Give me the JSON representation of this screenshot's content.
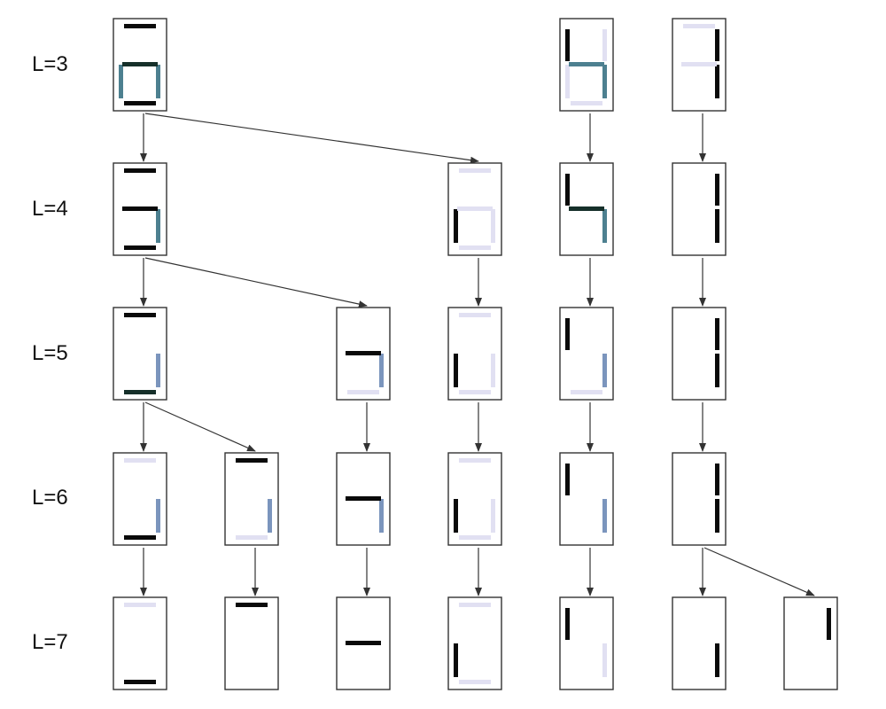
{
  "levels": [
    "L=3",
    "L=4",
    "L=5",
    "L=6",
    "L=7"
  ],
  "colors": {
    "strong": "#0a0a0a",
    "dark_teal": "#16302a",
    "teal": "#4d8090",
    "blue": "#7b95bd",
    "faint": "#e1e0f2",
    "box_border": "#333333",
    "arrow": "#333333"
  },
  "panels": [
    {
      "id": "L3-c0",
      "level": 0,
      "col": 0,
      "segs": {
        "a": "strong",
        "b": "",
        "c": "teal",
        "d": "strong",
        "e": "teal",
        "f": "",
        "g": "dark_teal"
      }
    },
    {
      "id": "L3-c4",
      "level": 0,
      "col": 4,
      "segs": {
        "a": "",
        "b": "faint",
        "c": "teal",
        "d": "faint",
        "e": "faint",
        "f": "strong",
        "g": "teal"
      }
    },
    {
      "id": "L3-c5",
      "level": 0,
      "col": 5,
      "segs": {
        "a": "faint",
        "b": "strong",
        "c": "strong",
        "d": "",
        "e": "",
        "f": "",
        "g": "faint"
      }
    },
    {
      "id": "L4-c0",
      "level": 1,
      "col": 0,
      "segs": {
        "a": "strong",
        "b": "",
        "c": "teal",
        "d": "strong",
        "e": "",
        "f": "",
        "g": "strong"
      }
    },
    {
      "id": "L4-c3",
      "level": 1,
      "col": 3,
      "segs": {
        "a": "faint",
        "b": "",
        "c": "faint",
        "d": "faint",
        "e": "strong",
        "f": "",
        "g": "faint"
      }
    },
    {
      "id": "L4-c4",
      "level": 1,
      "col": 4,
      "segs": {
        "a": "",
        "b": "",
        "c": "teal",
        "d": "",
        "e": "",
        "f": "strong",
        "g": "dark_teal"
      }
    },
    {
      "id": "L4-c5",
      "level": 1,
      "col": 5,
      "segs": {
        "a": "",
        "b": "strong",
        "c": "strong",
        "d": "",
        "e": "",
        "f": "",
        "g": ""
      }
    },
    {
      "id": "L5-c0",
      "level": 2,
      "col": 0,
      "segs": {
        "a": "strong",
        "b": "",
        "c": "blue",
        "d": "dark_teal",
        "e": "",
        "f": "",
        "g": ""
      }
    },
    {
      "id": "L5-c2",
      "level": 2,
      "col": 2,
      "segs": {
        "a": "",
        "b": "",
        "c": "blue",
        "d": "faint",
        "e": "",
        "f": "",
        "g": "strong"
      }
    },
    {
      "id": "L5-c3",
      "level": 2,
      "col": 3,
      "segs": {
        "a": "faint",
        "b": "",
        "c": "faint",
        "d": "faint",
        "e": "strong",
        "f": "",
        "g": ""
      }
    },
    {
      "id": "L5-c4",
      "level": 2,
      "col": 4,
      "segs": {
        "a": "",
        "b": "",
        "c": "blue",
        "d": "faint",
        "e": "",
        "f": "strong",
        "g": ""
      }
    },
    {
      "id": "L5-c5",
      "level": 2,
      "col": 5,
      "segs": {
        "a": "",
        "b": "strong",
        "c": "strong",
        "d": "",
        "e": "",
        "f": "",
        "g": ""
      }
    },
    {
      "id": "L6-c0",
      "level": 3,
      "col": 0,
      "segs": {
        "a": "faint",
        "b": "",
        "c": "blue",
        "d": "strong",
        "e": "",
        "f": "",
        "g": ""
      }
    },
    {
      "id": "L6-c1",
      "level": 3,
      "col": 1,
      "segs": {
        "a": "strong",
        "b": "",
        "c": "blue",
        "d": "faint",
        "e": "",
        "f": "",
        "g": ""
      }
    },
    {
      "id": "L6-c2",
      "level": 3,
      "col": 2,
      "segs": {
        "a": "",
        "b": "",
        "c": "blue",
        "d": "",
        "e": "",
        "f": "",
        "g": "strong"
      }
    },
    {
      "id": "L6-c3",
      "level": 3,
      "col": 3,
      "segs": {
        "a": "faint",
        "b": "",
        "c": "faint",
        "d": "faint",
        "e": "strong",
        "f": "",
        "g": ""
      }
    },
    {
      "id": "L6-c4",
      "level": 3,
      "col": 4,
      "segs": {
        "a": "",
        "b": "",
        "c": "blue",
        "d": "",
        "e": "",
        "f": "strong",
        "g": ""
      }
    },
    {
      "id": "L6-c5",
      "level": 3,
      "col": 5,
      "segs": {
        "a": "",
        "b": "strong",
        "c": "strong",
        "d": "",
        "e": "",
        "f": "",
        "g": ""
      }
    },
    {
      "id": "L7-c0",
      "level": 4,
      "col": 0,
      "segs": {
        "a": "faint",
        "b": "",
        "c": "",
        "d": "strong",
        "e": "",
        "f": "",
        "g": ""
      }
    },
    {
      "id": "L7-c1",
      "level": 4,
      "col": 1,
      "segs": {
        "a": "strong",
        "b": "",
        "c": "",
        "d": "",
        "e": "",
        "f": "",
        "g": ""
      }
    },
    {
      "id": "L7-c2",
      "level": 4,
      "col": 2,
      "segs": {
        "a": "",
        "b": "",
        "c": "",
        "d": "",
        "e": "",
        "f": "",
        "g": "strong"
      }
    },
    {
      "id": "L7-c3",
      "level": 4,
      "col": 3,
      "segs": {
        "a": "faint",
        "b": "",
        "c": "",
        "d": "faint",
        "e": "strong",
        "f": "",
        "g": ""
      }
    },
    {
      "id": "L7-c4",
      "level": 4,
      "col": 4,
      "segs": {
        "a": "",
        "b": "",
        "c": "faint",
        "d": "",
        "e": "",
        "f": "strong",
        "g": ""
      }
    },
    {
      "id": "L7-c5",
      "level": 4,
      "col": 5,
      "segs": {
        "a": "",
        "b": "",
        "c": "strong",
        "d": "",
        "e": "",
        "f": "",
        "g": ""
      }
    },
    {
      "id": "L7-c6",
      "level": 4,
      "col": 6,
      "segs": {
        "a": "",
        "b": "strong",
        "c": "",
        "d": "",
        "e": "",
        "f": "",
        "g": ""
      }
    }
  ],
  "edges": [
    {
      "from": "L3-c0",
      "to": "L4-c0"
    },
    {
      "from": "L3-c0",
      "to": "L4-c3"
    },
    {
      "from": "L3-c4",
      "to": "L4-c4"
    },
    {
      "from": "L3-c5",
      "to": "L4-c5"
    },
    {
      "from": "L4-c0",
      "to": "L5-c0"
    },
    {
      "from": "L4-c0",
      "to": "L5-c2"
    },
    {
      "from": "L4-c3",
      "to": "L5-c3"
    },
    {
      "from": "L4-c4",
      "to": "L5-c4"
    },
    {
      "from": "L4-c5",
      "to": "L5-c5"
    },
    {
      "from": "L5-c0",
      "to": "L6-c0"
    },
    {
      "from": "L5-c0",
      "to": "L6-c1"
    },
    {
      "from": "L5-c2",
      "to": "L6-c2"
    },
    {
      "from": "L5-c3",
      "to": "L6-c3"
    },
    {
      "from": "L5-c4",
      "to": "L6-c4"
    },
    {
      "from": "L5-c5",
      "to": "L6-c5"
    },
    {
      "from": "L6-c0",
      "to": "L7-c0"
    },
    {
      "from": "L6-c1",
      "to": "L7-c1"
    },
    {
      "from": "L6-c2",
      "to": "L7-c2"
    },
    {
      "from": "L6-c3",
      "to": "L7-c3"
    },
    {
      "from": "L6-c4",
      "to": "L7-c4"
    },
    {
      "from": "L6-c5",
      "to": "L7-c5"
    },
    {
      "from": "L6-c5",
      "to": "L7-c6"
    }
  ]
}
